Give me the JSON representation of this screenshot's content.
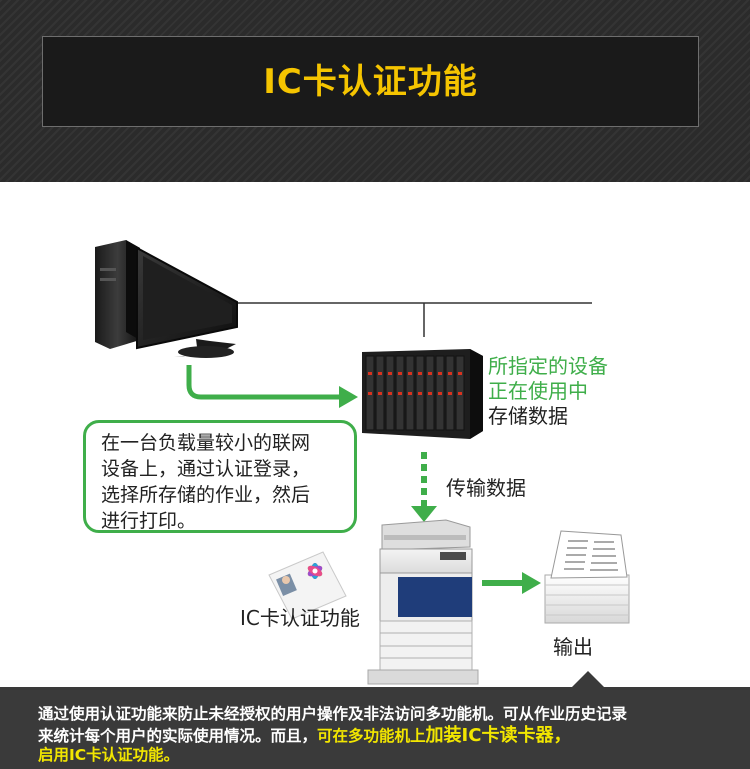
{
  "header": {
    "title": "IC卡认证功能"
  },
  "diagram": {
    "server_status": [
      "所指定的设备",
      "正在使用中"
    ],
    "server_action": "存储数据",
    "bubble_lines": [
      "在一台负载量较小的联网",
      "设备上，通过认证登录，",
      "选择所存储的作业，然后",
      "进行打印。"
    ],
    "transfer_label": "传输数据",
    "card_label": "IC卡认证功能",
    "output_label": "输出"
  },
  "footer": {
    "line1": "通过使用认证功能来防止未经授权的用户操作及非法访问多功能机。可从作业历史记录",
    "line2_white": "来统计每个用户的实际使用情况。而且，",
    "line2_yellow": "可在多功能机上",
    "line2_big": "加装IC卡读卡器，",
    "line3": "启用IC卡认证功能。"
  },
  "colors": {
    "accent_green": "#3fae4a",
    "title_yellow": "#f5c400",
    "footer_yellow": "#f2e600",
    "dark_bg": "#2b2b2b"
  },
  "icons": [
    "desktop-computer-icon",
    "blade-server-icon",
    "ic-card-icon",
    "multifunction-printer-icon",
    "paper-stack-icon"
  ]
}
